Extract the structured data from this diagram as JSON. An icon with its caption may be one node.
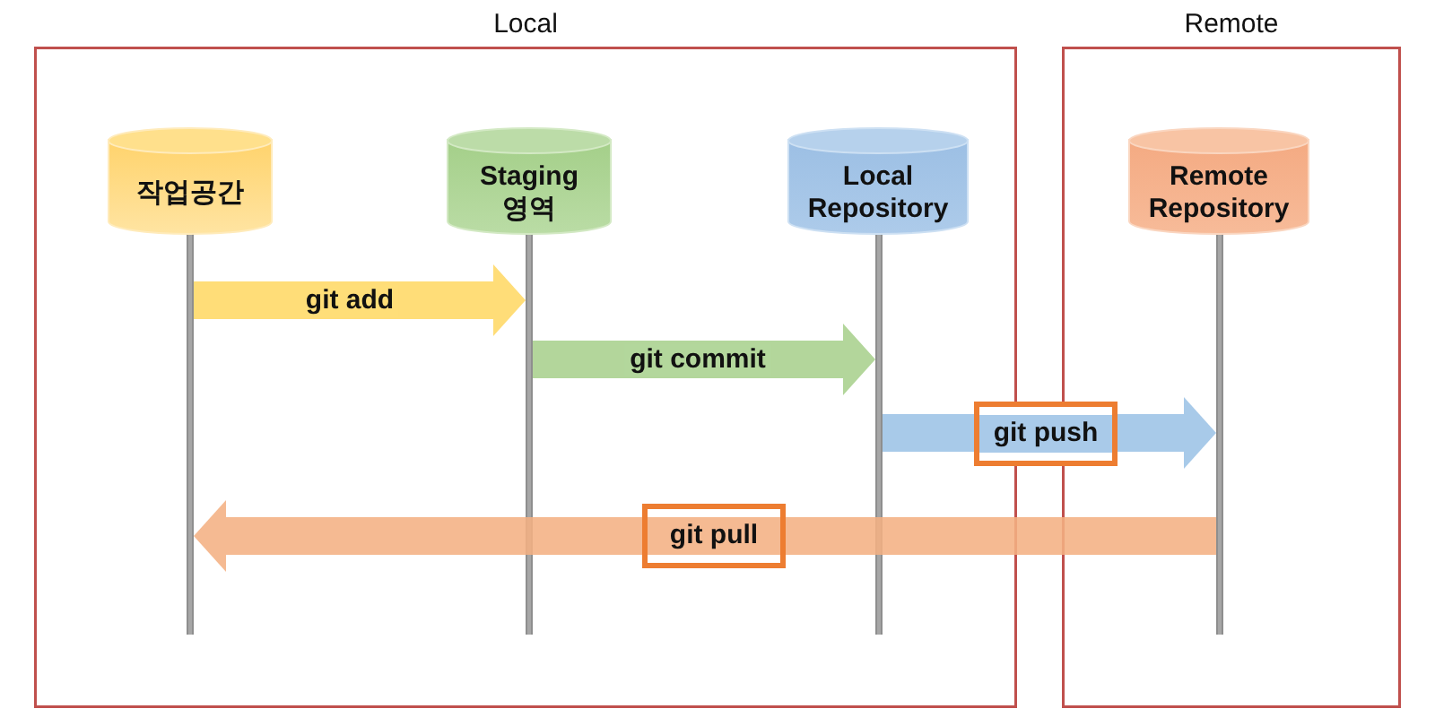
{
  "diagram": {
    "nodes": [
      {
        "text": [
          "Local"
        ]
      },
      {
        "text": [
          "Remote"
        ]
      },
      {
        "text": [
          "작업공간"
        ],
        "in": 0
      },
      {
        "text": [
          "Staging 영역"
        ],
        "in": 0
      },
      {
        "text": [
          "Local Repository"
        ],
        "in": 0
      },
      {
        "text": [
          "Remote Repository"
        ],
        "in": 1
      },
      {
        "text": [],
        "shape": "line",
        "in": 0
      },
      {
        "text": [],
        "shape": "line",
        "in": 0
      },
      {
        "text": [],
        "shape": "line",
        "in": 0
      },
      {
        "text": [],
        "shape": "line",
        "in": 1
      }
    ],
    "edges": [
      {
        "from": 6,
        "to": 7,
        "arrow": "to",
        "label": "git add",
        "color": "#ffd966"
      },
      {
        "from": 7,
        "to": 8,
        "arrow": "to",
        "label": "git commit",
        "color": "#a9d18e"
      },
      {
        "from": 8,
        "to": 9,
        "arrow": "to",
        "label": "git push",
        "color": "#9dc3e6"
      },
      {
        "from": 9,
        "to": 6,
        "arrow": "to",
        "label": "git pull",
        "color": "#f4b183"
      }
    ]
  }
}
